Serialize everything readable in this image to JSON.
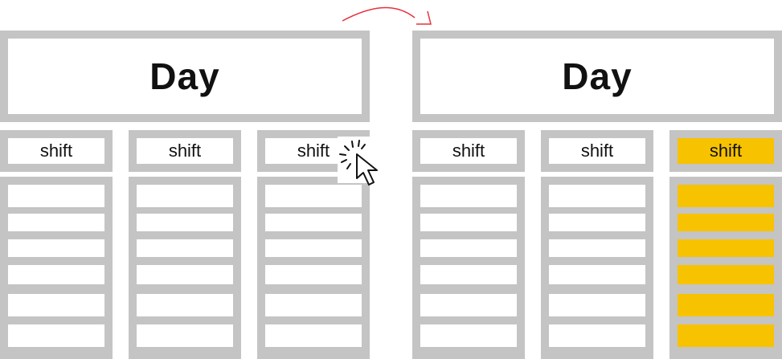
{
  "colors": {
    "border": "#c4c4c4",
    "highlight": "#f7c200",
    "arrow": "#e8303c"
  },
  "icons": [
    "transition-arrow-icon",
    "click-cursor-icon"
  ],
  "panels": [
    {
      "title": "Day",
      "columns": [
        {
          "label": "shift",
          "highlighted": false
        },
        {
          "label": "shift",
          "highlighted": false
        },
        {
          "label": "shift",
          "highlighted": false
        }
      ]
    },
    {
      "title": "Day",
      "columns": [
        {
          "label": "shift",
          "highlighted": false
        },
        {
          "label": "shift",
          "highlighted": false
        },
        {
          "label": "shift",
          "highlighted": true
        }
      ]
    }
  ]
}
